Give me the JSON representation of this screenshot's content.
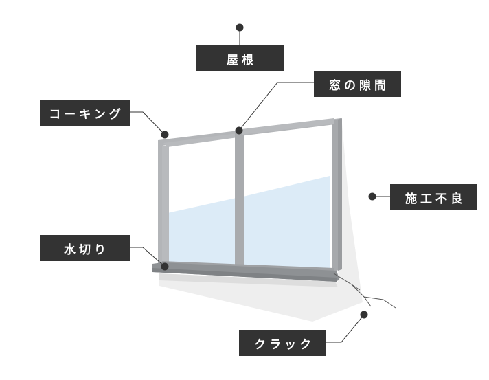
{
  "labels": {
    "roof": "屋根",
    "window_gap": "窓の隙間",
    "caulking": "コーキング",
    "poor_construction": "施工不良",
    "flashing": "水切り",
    "crack": "クラック"
  },
  "colors": {
    "label_bg": "#333333",
    "label_text": "#ffffff",
    "frame": "#b3b5b8",
    "glass": "#dcebf7",
    "shadow": "#eeeeee",
    "leader": "#333333"
  }
}
